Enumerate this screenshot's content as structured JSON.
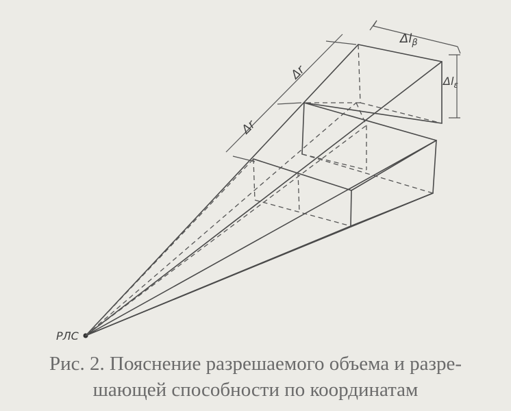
{
  "labels": {
    "source": "РЛС",
    "delta_r_1": "Δr",
    "delta_r_2": "Δr",
    "delta_l_beta": "Δl",
    "delta_l_beta_sub": "β",
    "delta_l_eps": "Δl",
    "delta_l_eps_sub": "ε"
  },
  "caption": {
    "line1": "Рис. 2. Пояснение разрешаемого объема и разре-",
    "line2": "шающей способности по координатам"
  }
}
